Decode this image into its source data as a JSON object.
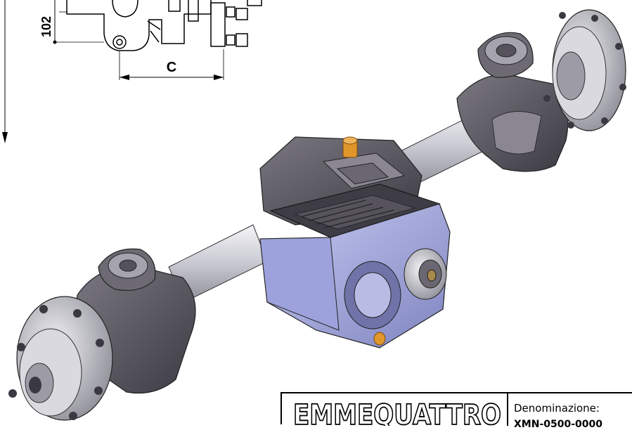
{
  "dimensions": {
    "height_label": "102",
    "width_label": "C"
  },
  "title_block": {
    "logo_text": "EMMEQUATTRO",
    "denomination_label": "Denominazione:",
    "denomination_value": "XMN-0500-0000"
  },
  "colors": {
    "housing": "#5a5760",
    "gearbox_blue": "#a9aee6",
    "tube": "#dcdce2",
    "hub": "#bfc0c8",
    "fitting": "#e0962b"
  }
}
